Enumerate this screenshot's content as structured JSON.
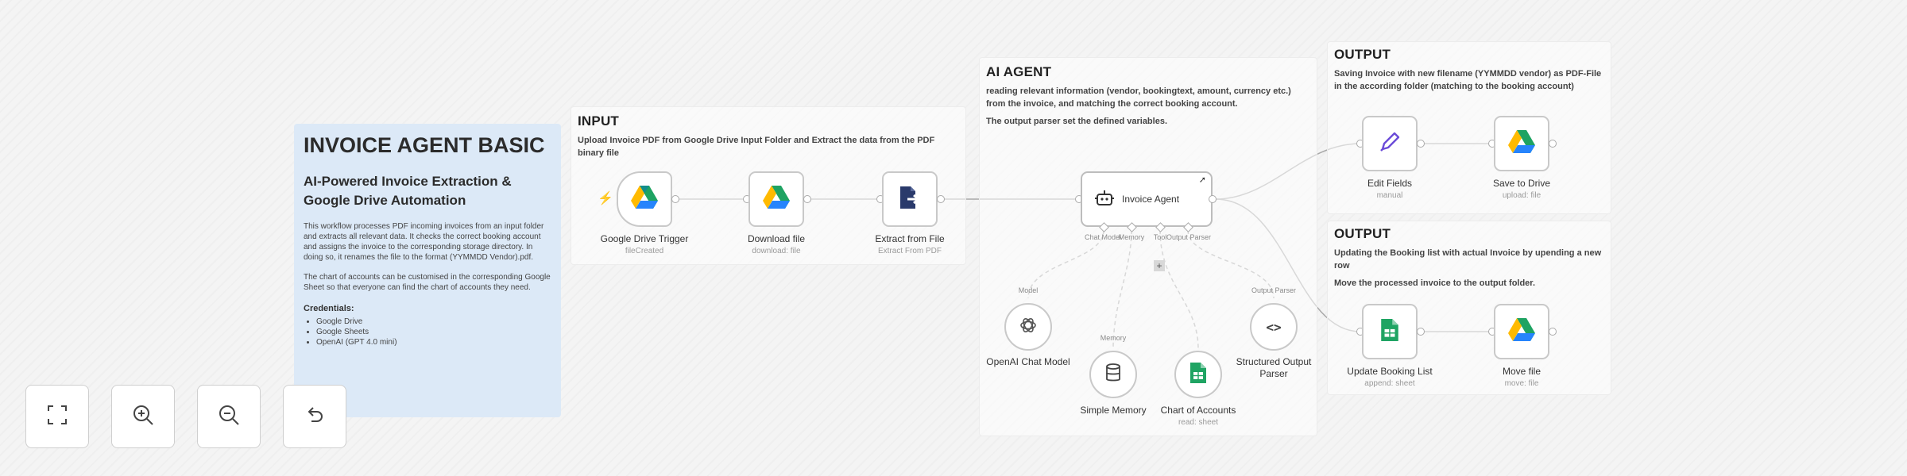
{
  "sticky_notes": {
    "main": {
      "title": "INVOICE AGENT BASIC",
      "subtitle": "AI-Powered Invoice Extraction & Google Drive Automation",
      "paragraph1": "This workflow processes PDF incoming invoices from an input folder and extracts all relevant data. It checks the correct booking account and assigns the invoice to the corresponding storage directory. In doing so, it renames the file to the format (YYMMDD Vendor).pdf.",
      "paragraph2": "The chart of accounts can be customised in the corresponding Google Sheet so that everyone can find the chart of accounts they need.",
      "credentials_heading": "Credentials:",
      "credentials": [
        "Google Drive",
        "Google Sheets",
        "OpenAI (GPT 4.0 mini)"
      ]
    },
    "input": {
      "title": "INPUT",
      "text": "Upload Invoice PDF from Google Drive Input Folder and Extract the data from the PDF binary file"
    },
    "agent": {
      "title": "AI AGENT",
      "text1": "reading relevant information (vendor, bookingtext, amount, currency etc.) from the invoice, and matching the correct booking account.",
      "text2": "The output parser set the defined variables."
    },
    "output1": {
      "title": "OUTPUT",
      "text": "Saving Invoice with new filename (YYMMDD vendor) as PDF-File in the according folder (matching to the booking account)"
    },
    "output2": {
      "title": "OUTPUT",
      "text1": "Updating the Booking list with actual Invoice by upending a new row",
      "text2": "Move the processed invoice to the output folder."
    }
  },
  "nodes": {
    "gdrive_trigger": {
      "name": "Google Drive Trigger",
      "subtitle": "fileCreated",
      "icon": "google-drive-icon"
    },
    "download_file": {
      "name": "Download file",
      "subtitle": "download: file",
      "icon": "google-drive-icon"
    },
    "extract_from_file": {
      "name": "Extract from File",
      "subtitle": "Extract From PDF",
      "icon": "file-export-icon"
    },
    "invoice_agent": {
      "name": "Invoice Agent",
      "icon": "robot-icon",
      "ports": [
        "Chat Model",
        "Memory",
        "Tool",
        "Output Parser"
      ]
    },
    "openai_chat_model": {
      "name": "OpenAI Chat Model",
      "port_label": "Model",
      "icon": "openai-icon"
    },
    "simple_memory": {
      "name": "Simple Memory",
      "port_label": "Memory",
      "icon": "database-icon"
    },
    "chart_of_accounts": {
      "name": "Chart of Accounts",
      "subtitle": "read: sheet",
      "icon": "google-sheets-icon"
    },
    "structured_output_parser": {
      "name": "Structured Output Parser",
      "port_label": "Output Parser",
      "icon": "code-brackets-icon"
    },
    "edit_fields": {
      "name": "Edit Fields",
      "subtitle": "manual",
      "icon": "pencil-icon"
    },
    "save_to_drive": {
      "name": "Save to Drive",
      "subtitle": "upload: file",
      "icon": "google-drive-icon"
    },
    "update_booking_list": {
      "name": "Update Booking List",
      "subtitle": "append: sheet",
      "icon": "google-sheets-icon"
    },
    "move_file": {
      "name": "Move file",
      "subtitle": "move: file",
      "icon": "google-drive-icon"
    }
  },
  "controls": [
    "fit-view",
    "zoom-in",
    "zoom-out",
    "reset-zoom"
  ],
  "colors": {
    "accent_trigger": "#ff6d5a",
    "note_blue": "#dce9f7",
    "drive_green": "#1ea362",
    "drive_yellow": "#ffba00",
    "drive_blue": "#2684fc",
    "sheets_green": "#1fa463",
    "extract_navy": "#2a3a6b",
    "edit_purple": "#6b4bd8"
  }
}
